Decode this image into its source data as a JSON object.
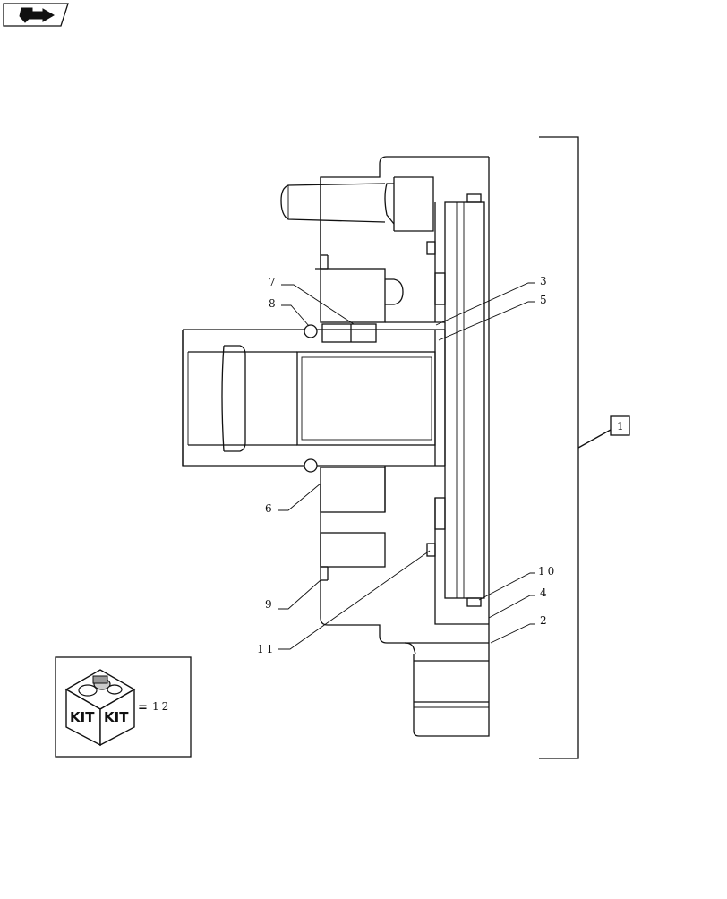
{
  "nav": {
    "icon": "return-arrow-icon"
  },
  "callouts": {
    "c1": "1",
    "c2": "2",
    "c3": "3",
    "c4": "4",
    "c5": "5",
    "c6": "6",
    "c7": "7",
    "c8": "8",
    "c9": "9",
    "c10": "10",
    "c11": "11"
  },
  "kit": {
    "label_left": "KIT",
    "label_right": "KIT",
    "equals": "=",
    "number": "12",
    "icon": "kit-box-icon"
  }
}
